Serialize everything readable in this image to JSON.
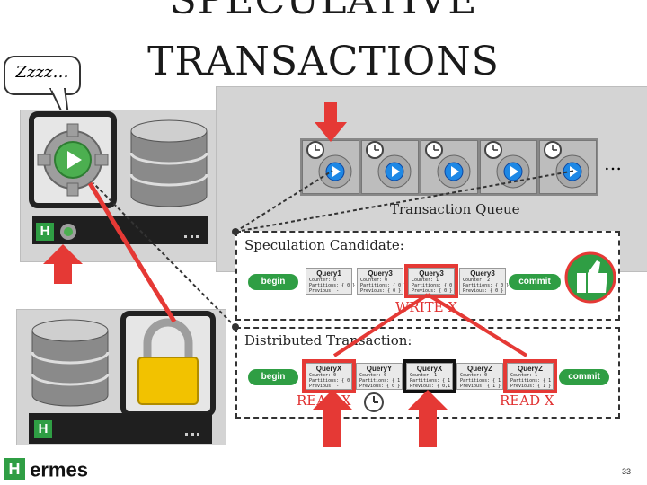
{
  "slide": {
    "title_line1": "SPECULATIVE",
    "title_line2": "TRANSACTIONS",
    "page_number": "33"
  },
  "speech_bubble": {
    "text": "Zzzz…"
  },
  "queue": {
    "label": "Transaction Queue",
    "ellipsis": "…",
    "slots": 5
  },
  "speculation": {
    "label": "Speculation Candidate:",
    "begin": "begin",
    "commit": "commit",
    "queries": [
      {
        "name": "Query1",
        "rows": [
          "Counter: 0",
          "Partitions: { 0 }",
          "Previous: -"
        ]
      },
      {
        "name": "Query3",
        "rows": [
          "Counter: 0",
          "Partitions: { 0 }",
          "Previous: { 0 }"
        ]
      },
      {
        "name": "Query3",
        "rows": [
          "Counter: 1",
          "Partitions: { 0 }",
          "Previous: { 0 }"
        ]
      },
      {
        "name": "Query3",
        "rows": [
          "Counter: 2",
          "Partitions: { 0 }",
          "Previous: { 0 }"
        ]
      }
    ],
    "write_label": "WRITE X"
  },
  "distributed": {
    "label": "Distributed Transaction:",
    "begin": "begin",
    "commit": "commit",
    "queries": [
      {
        "name": "QueryX",
        "rows": [
          "Counter: 0",
          "Partitions: { 0 }",
          "Previous: -"
        ]
      },
      {
        "name": "QueryY",
        "rows": [
          "Counter: 0",
          "Partitions: { 1 }",
          "Previous: { 0 }"
        ]
      },
      {
        "name": "QueryX",
        "rows": [
          "Counter: 1",
          "Partitions: { 1 }",
          "Previous: { 0,1 }"
        ]
      },
      {
        "name": "QueryZ",
        "rows": [
          "Counter: 0",
          "Partitions: { 1 }",
          "Previous: { 1 }"
        ]
      },
      {
        "name": "QueryZ",
        "rows": [
          "Counter: 1",
          "Partitions: { 1 }",
          "Previous: { 1 }"
        ]
      }
    ],
    "read_label_left": "READ X",
    "read_label_right": "READ X"
  },
  "servers": {
    "badge": "H"
  },
  "logo": {
    "text": "ermes",
    "badge": "H"
  },
  "colors": {
    "accent_red": "#e53935",
    "green": "#2f9e44",
    "blue": "#1e88e5",
    "server": "#1f1f1f"
  }
}
